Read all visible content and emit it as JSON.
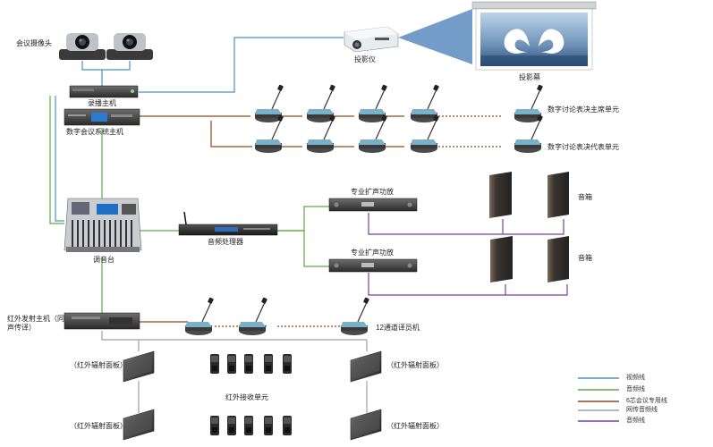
{
  "labels": {
    "camera": "会议摄像头",
    "projector": "投影仪",
    "screen": "投影幕",
    "recorder": "录播主机",
    "conf_host": "数字会议系统主机",
    "chair_unit": "数字讨论表决主席单元",
    "delegate_unit": "数字讨论表决代表单元",
    "amplifier_1": "专业扩声功放",
    "amplifier_2": "专业扩声功放",
    "speaker_1": "音箱",
    "speaker_2": "音箱",
    "mixer": "调音台",
    "processor": "音频处理器",
    "ir_transmitter": "红外发射主机（同声传译）",
    "interpreter": "12通道译员机",
    "ir_panel_tl": "（红外辐射面板）",
    "ir_panel_tr": "（红外辐射面板）",
    "ir_panel_bl": "（红外辐射面板）",
    "ir_panel_br": "（红外辐射面板）",
    "ir_receiver": "红外接收单元"
  },
  "legend": [
    {
      "label": "视频线",
      "color": "#4a90c8"
    },
    {
      "label": "音频线",
      "color": "#5aab48"
    },
    {
      "label": "6芯会议专用线",
      "color": "#8b4a1a"
    },
    {
      "label": "网传音频线",
      "color": "#9aa0a6"
    },
    {
      "label": "音频线",
      "color": "#7a3ea0"
    }
  ],
  "colors": {
    "video": "#4a90c8",
    "audio": "#5aab48",
    "conf_cable": "#8b4a1a",
    "network": "#9aa0a6",
    "speaker_cable": "#7a3ea0"
  }
}
